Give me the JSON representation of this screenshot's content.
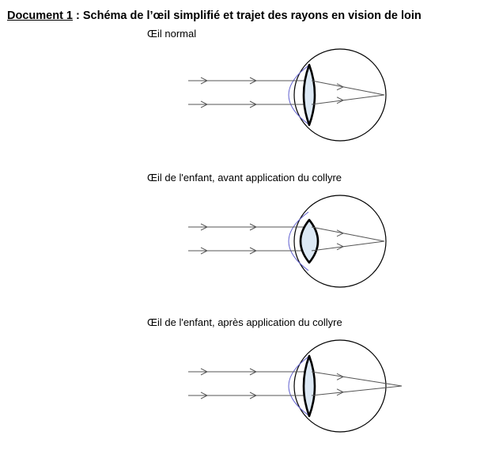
{
  "document": {
    "ref": "Document 1",
    "title": " : Schéma de l’œil simplifié et trajet des rayons en vision de loin"
  },
  "diagrams": [
    {
      "caption": "Œil normal",
      "lens": "normal",
      "focus": "on-retina"
    },
    {
      "caption": "Œil de l'enfant, avant application du collyre",
      "lens": "thick",
      "focus": "on-retina"
    },
    {
      "caption": "Œil de l'enfant, après application du collyre",
      "lens": "normal",
      "focus": "behind-retina"
    }
  ],
  "colors": {
    "lens_fill": "#dde9f5",
    "cornea": "#5f5fcf",
    "stroke": "#000000",
    "rays": "#555555"
  }
}
